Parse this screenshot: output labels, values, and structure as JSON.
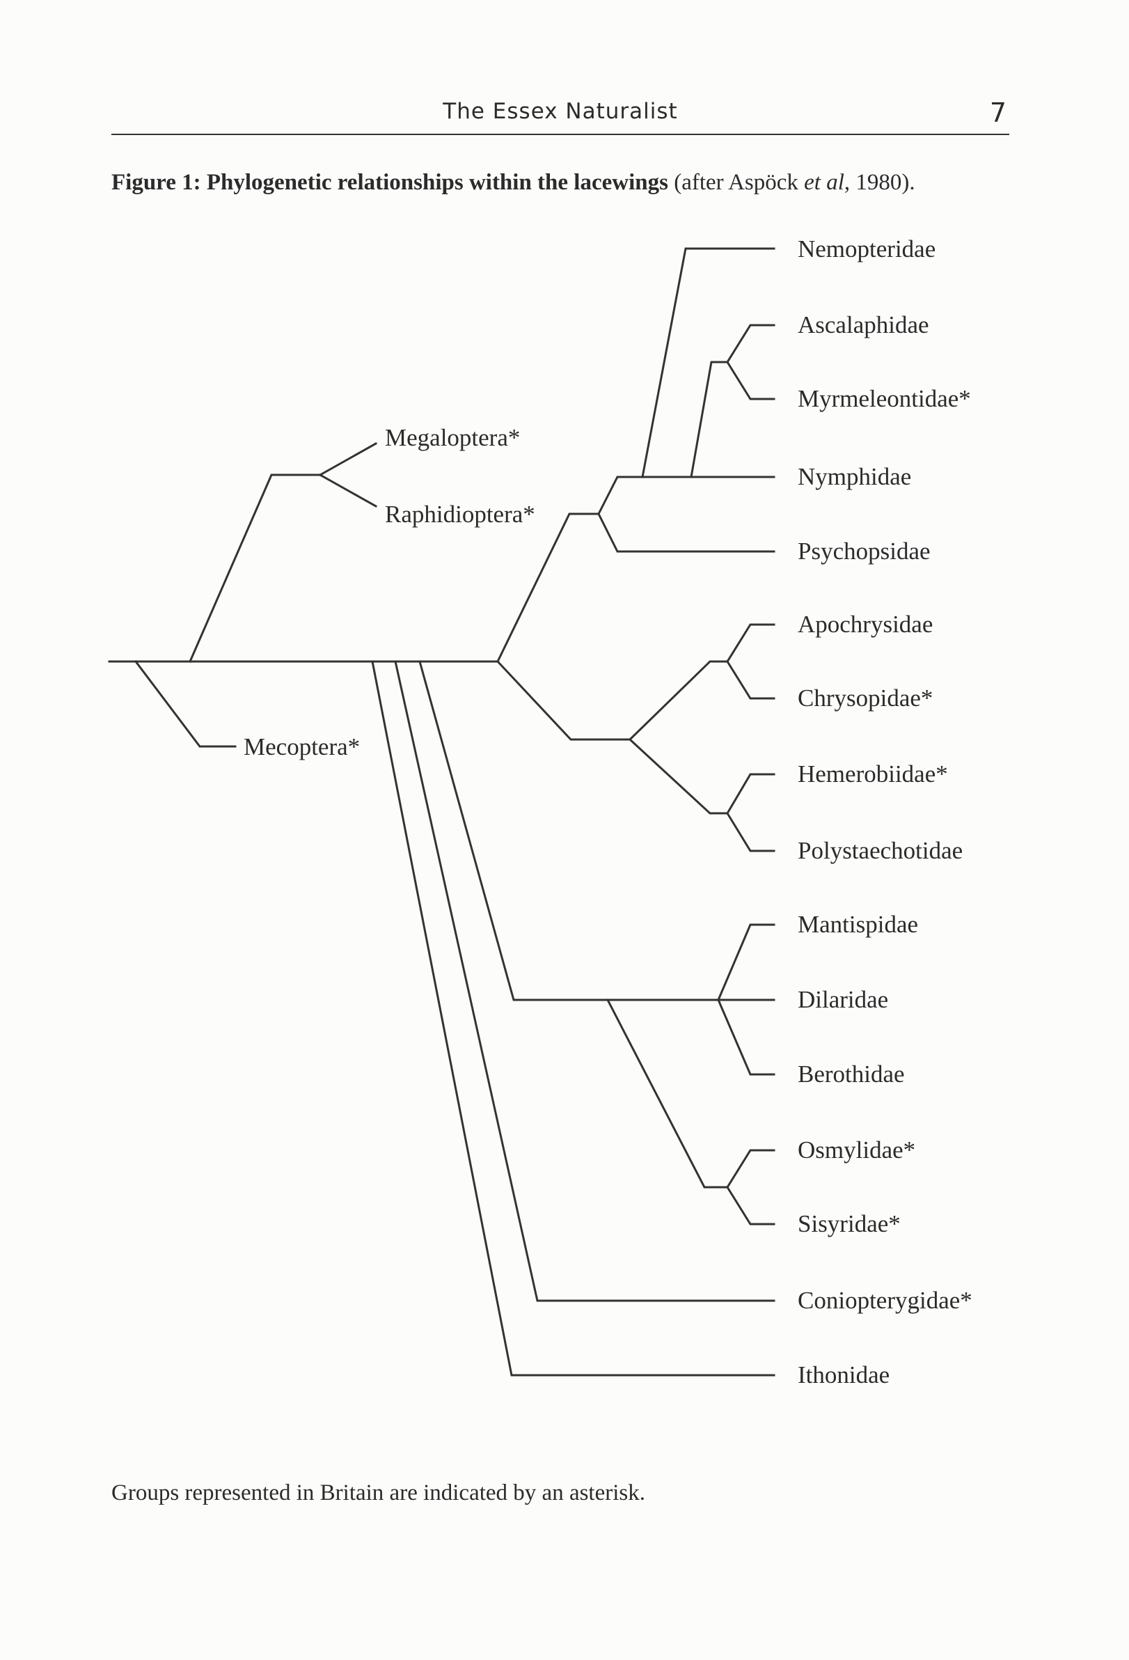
{
  "header": {
    "journal_title": "The Essex Naturalist",
    "page_number": "7"
  },
  "caption": {
    "label": "Figure 1:",
    "title": "Phylogenetic relationships within the lacewings",
    "citation_open": "(after Aspöck ",
    "citation_etal": "et al",
    "citation_close": ", 1980)."
  },
  "taxa": {
    "megaloptera": "Megaloptera*",
    "raphidioptera": "Raphidioptera*",
    "mecoptera": "Mecoptera*",
    "nemopteridae": "Nemopteridae",
    "ascalaphidae": "Ascalaphidae",
    "myrmeleontidae": "Myrmeleontidae*",
    "nymphidae": "Nymphidae",
    "psychopsidae": "Psychopsidae",
    "apochrysidae": "Apochrysidae",
    "chrysopidae": "Chrysopidae*",
    "hemerobiidae": "Hemerobiidae*",
    "polystaechotidae": "Polystaechotidae",
    "mantispidae": "Mantispidae",
    "dilaridae": "Dilaridae",
    "berothidae": "Berothidae",
    "osmylidae": "Osmylidae*",
    "sisyridae": "Sisyridae*",
    "coniopterygidae": "Coniopterygidae*",
    "ithonidae": "Ithonidae"
  },
  "footnote": "Groups represented in Britain are indicated by an asterisk."
}
